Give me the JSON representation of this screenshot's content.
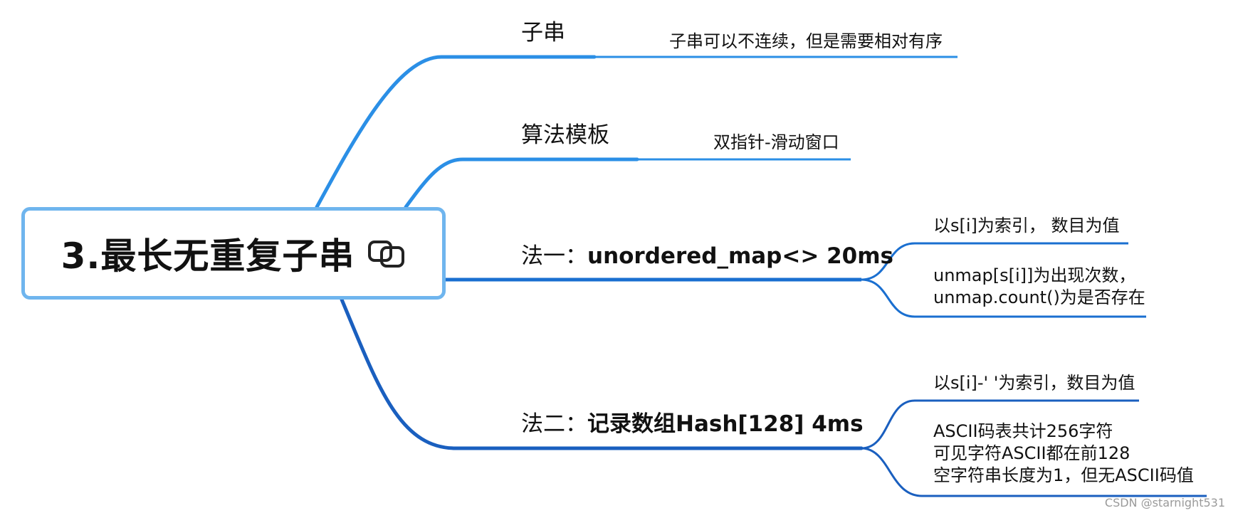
{
  "root": {
    "title": "3.最长无重复子串",
    "icon": "link-copy-icon"
  },
  "branches": [
    {
      "label": "子串",
      "children": [
        {
          "lines": [
            "子串可以不连续，但是需要相对有序"
          ]
        }
      ]
    },
    {
      "label": "算法模板",
      "children": [
        {
          "lines": [
            "双指针-滑动窗口"
          ]
        }
      ]
    },
    {
      "label_prefix": "法一：",
      "label_main": "unordered_map<> 20ms",
      "children": [
        {
          "lines": [
            "以s[i]为索引， 数目为值"
          ]
        },
        {
          "lines": [
            "unmap[s[i]]为出现次数，",
            "unmap.count()为是否存在"
          ]
        }
      ]
    },
    {
      "label_prefix": "法二：",
      "label_main": "记录数组Hash[128] 4ms",
      "children": [
        {
          "lines": [
            "以s[i]-' '为索引，数目为值"
          ]
        },
        {
          "lines": [
            "ASCII码表共计256字符",
            "可见字符ASCII都在前128",
            "空字符串长度为1，但无ASCII码值"
          ]
        }
      ]
    }
  ],
  "watermark": "CSDN @starnight531",
  "colors": {
    "branch_light": "#2b8fe6",
    "branch_dark": "#1a5fbf",
    "root_border": "#6fb5ee"
  }
}
